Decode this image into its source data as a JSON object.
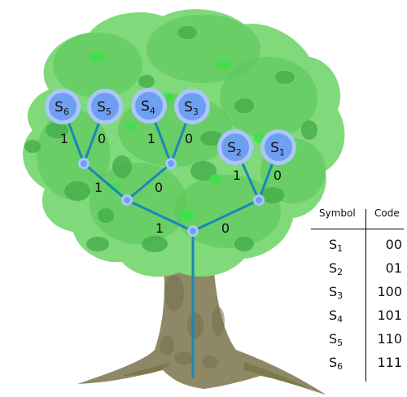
{
  "diagram": {
    "colors": {
      "foliage_light": "#80d97a",
      "foliage_mid": "#5cc85a",
      "foliage_dark": "#44ad4a",
      "foliage_accent": "#3fe04a",
      "trunk": "#8e8866",
      "trunk_dark": "#73704f",
      "trunk_root": "#7a7a4a",
      "edge": "#1b87b8",
      "leaf_fill": "#6f9ff0",
      "leaf_ring": "#aac7f7",
      "junction": "#6f9ff0"
    },
    "leaves": [
      {
        "id": "s6",
        "symbol": "S",
        "index": "6"
      },
      {
        "id": "s5",
        "symbol": "S",
        "index": "5"
      },
      {
        "id": "s4",
        "symbol": "S",
        "index": "4"
      },
      {
        "id": "s3",
        "symbol": "S",
        "index": "3"
      },
      {
        "id": "s2",
        "symbol": "S",
        "index": "2"
      },
      {
        "id": "s1",
        "symbol": "S",
        "index": "1"
      }
    ],
    "edges": [
      {
        "from": "n56",
        "to": "s6",
        "bit": "1"
      },
      {
        "from": "n56",
        "to": "s5",
        "bit": "0"
      },
      {
        "from": "n34",
        "to": "s4",
        "bit": "1"
      },
      {
        "from": "n34",
        "to": "s3",
        "bit": "0"
      },
      {
        "from": "n3456",
        "to": "n56",
        "bit": "1"
      },
      {
        "from": "n3456",
        "to": "n34",
        "bit": "0"
      },
      {
        "from": "n12",
        "to": "s2",
        "bit": "1"
      },
      {
        "from": "n12",
        "to": "s1",
        "bit": "0"
      },
      {
        "from": "root",
        "to": "n3456",
        "bit": "1"
      },
      {
        "from": "root",
        "to": "n12",
        "bit": "0"
      }
    ]
  },
  "table": {
    "header_symbol": "Symbol",
    "header_code": "Code",
    "rows": [
      {
        "symbol": "S",
        "index": "1",
        "code": "00"
      },
      {
        "symbol": "S",
        "index": "2",
        "code": "01"
      },
      {
        "symbol": "S",
        "index": "3",
        "code": "100"
      },
      {
        "symbol": "S",
        "index": "4",
        "code": "101"
      },
      {
        "symbol": "S",
        "index": "5",
        "code": "110"
      },
      {
        "symbol": "S",
        "index": "6",
        "code": "111"
      }
    ]
  }
}
